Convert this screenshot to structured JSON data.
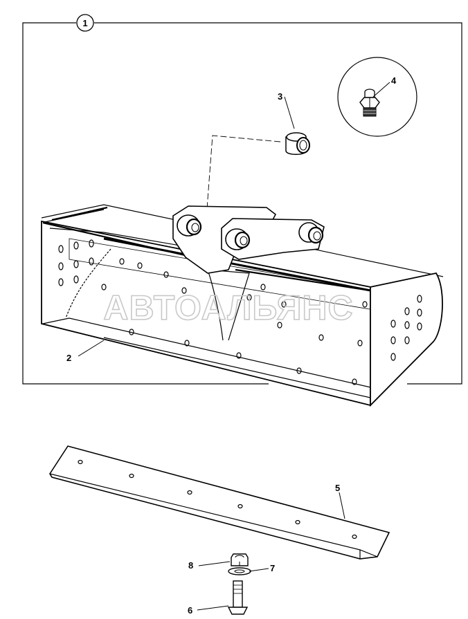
{
  "callouts": {
    "assembly": "1",
    "bucket": "2",
    "bushing": "3",
    "grease_nipple": "4",
    "cutting_edge": "5",
    "bolt": "6",
    "washer": "7",
    "nut": "8"
  },
  "watermark": "АВТОАЛЬЯНС"
}
